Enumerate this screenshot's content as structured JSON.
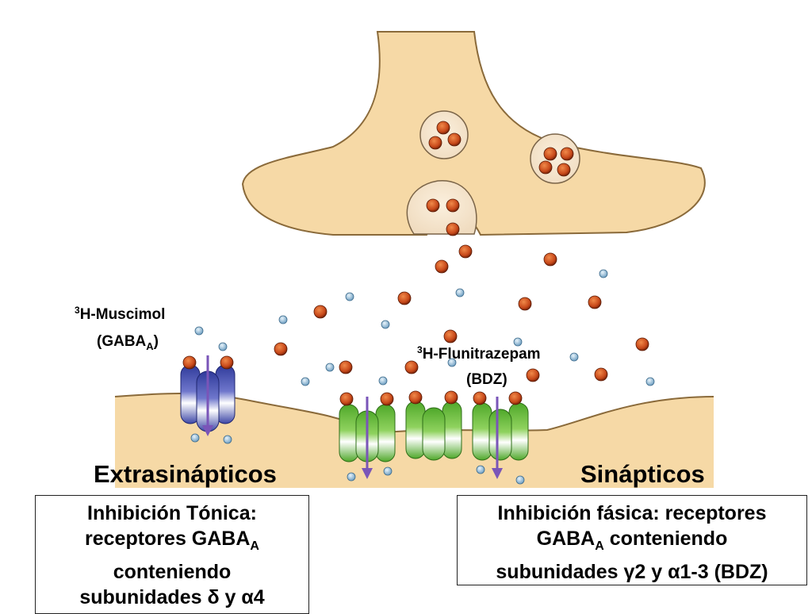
{
  "labels": {
    "muscimol_sup": "3",
    "muscimol_name": "H-Muscimol",
    "muscimol_target": "(GABA",
    "muscimol_target_sub": "A",
    "muscimol_target_close": ")",
    "flunitrazepam_sup": "3",
    "flunitrazepam_name": "H-Flunitrazepam",
    "flunitrazepam_target": "(BDZ)",
    "extrasynaptic": "Extrasinápticos",
    "synaptic": "Sinápticos"
  },
  "tonic_box": {
    "line1": "Inhibición Tónica:",
    "line2_pre": "receptores GABA",
    "line2_sub": "A",
    "line3": "conteniendo",
    "line4": "subunidades δ y α4"
  },
  "phasic_box": {
    "line1": "Inhibición fásica: receptores",
    "line2_pre": "GABA",
    "line2_sub": "A",
    "line2_post": " conteniendo",
    "line3": "subunidades γ2 y α1-3 (BDZ)"
  },
  "colors": {
    "terminal": "#f6d9a6",
    "terminal_stroke": "#8a6a3a",
    "gaba": "#c8491a",
    "small_ligand": "#a9cde6",
    "receptor_blue": "#3f49a8",
    "receptor_green": "#5fb82e",
    "arrow": "#7a55b8"
  }
}
